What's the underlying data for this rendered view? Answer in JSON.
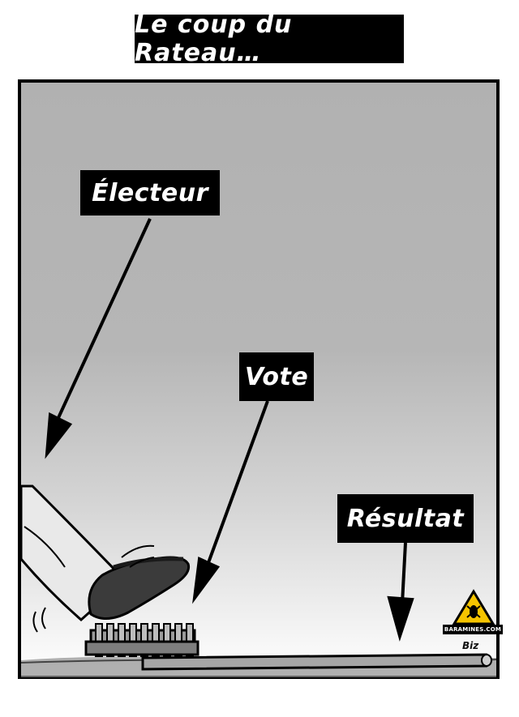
{
  "title": "Le coup du Rateau…",
  "labels": {
    "electeur": "Électeur",
    "vote": "Vote",
    "resultat": "Résultat"
  },
  "watermark": {
    "site": "BARAMINES.COM",
    "icon": "warning-bug-icon"
  },
  "signature": "Biz",
  "colors": {
    "panel_top": "#b1b1b1",
    "panel_bottom": "#ffffff",
    "ink": "#000000",
    "logo_yellow": "#f5c400"
  }
}
